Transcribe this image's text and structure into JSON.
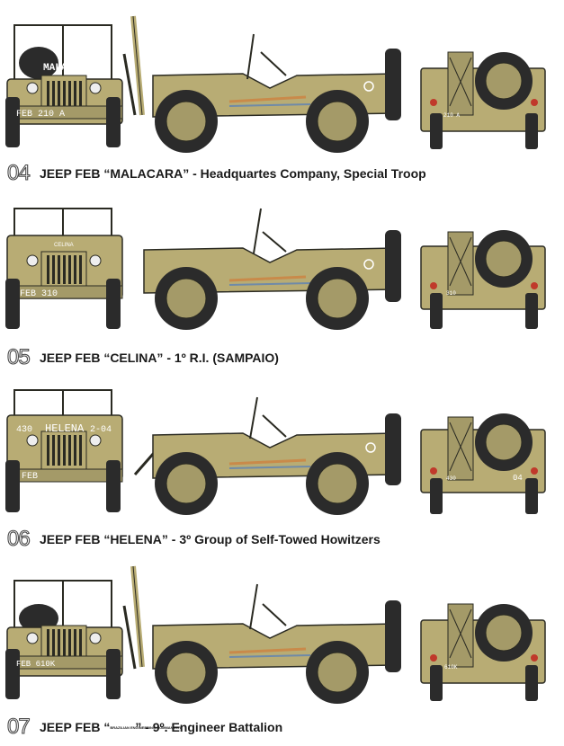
{
  "colors": {
    "olive": "#b8ac74",
    "olive_dark": "#8f8554",
    "outline": "#2a2a22",
    "tire": "#2b2b2b",
    "wheel": "#a49a68",
    "red": "#c0392b",
    "exhaust": "#c98a4a",
    "blue": "#6f8aa8"
  },
  "plates": [
    {
      "num": "04",
      "caption": "JEEP FEB “MALACARA” - Headquartes Company, Special Troop",
      "hood": "MALACARA",
      "plate": "FEB 210 A",
      "rear": "210 A",
      "rear_right": ""
    },
    {
      "num": "05",
      "caption": "JEEP FEB “CELINA” - 1º R.I. (SAMPAIO)",
      "hood": "CELINA",
      "plate": "FEB 310",
      "rear": "310",
      "rear_right": ""
    },
    {
      "num": "06",
      "caption": "JEEP FEB “HELENA” - 3º Group of Self-Towed Howitzers",
      "hood": "HELENA",
      "plate": "FEB",
      "rear": "430",
      "rear_right": "04",
      "hood_left": "430",
      "hood_right": "2-04"
    },
    {
      "num": "07",
      "caption_pre": "JEEP FEB “",
      "caption_mini": "BRAZILIAN ENGINEERING COMMANDER",
      "caption_post": "” - 9º. Engineer Battalion",
      "hood": "",
      "plate": "FEB 610K",
      "rear": "610K",
      "rear_right": ""
    }
  ]
}
